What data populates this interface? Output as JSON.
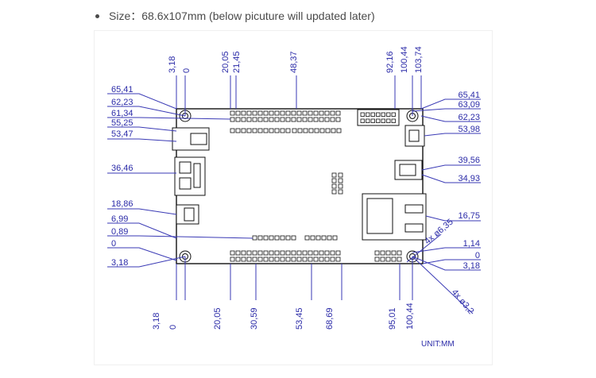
{
  "caption": {
    "label": "Size",
    "separator": "：",
    "text": "68.6x107mm (below picuture will updated later)"
  },
  "unit_label": "UNIT:MM",
  "top_dims": [
    "3,18",
    "0",
    "20,05",
    "21,45",
    "48,37",
    "92,16",
    "100,44",
    "103,74"
  ],
  "left_dims": [
    "65,41",
    "62,23",
    "61,34",
    "55,25",
    "53,47",
    "36,46",
    "18,86",
    "6,99",
    "0,89",
    "0",
    "3,18"
  ],
  "right_dims": [
    "65,41",
    "63,09",
    "62,23",
    "53,98",
    "39,56",
    "34,93",
    "16,75",
    "1,14",
    "0",
    "3,18"
  ],
  "bottom_dims": [
    "3,18",
    "0",
    "20,05",
    "30,59",
    "53,45",
    "68,69",
    "95,01",
    "100,44"
  ],
  "hole_labels": [
    "4x  ø6,35",
    "4x  ø3,2"
  ]
}
